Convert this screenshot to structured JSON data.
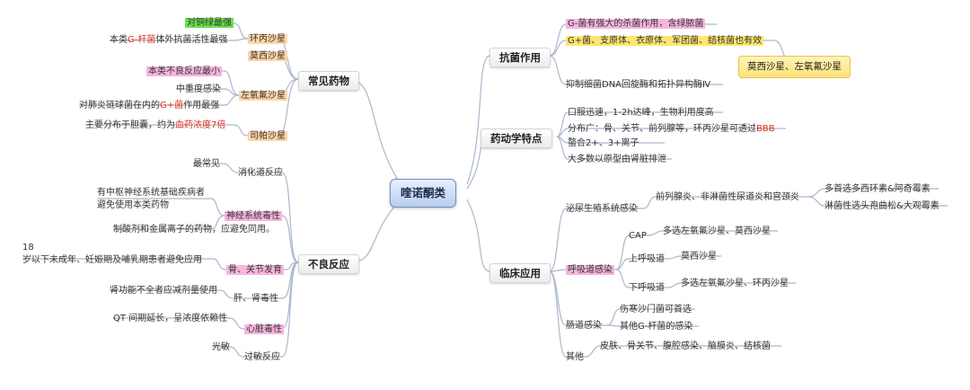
{
  "center": "喹诺酮类",
  "branches": {
    "common_drugs": {
      "label": "常见药物",
      "cipro": {
        "label": "环丙沙星",
        "note1": "对铜绿最强",
        "note2_pre": "本类",
        "note2_red": "G-杆菌",
        "note2_post": "体外抗菌活性最强"
      },
      "moxi": {
        "label": "莫西沙星"
      },
      "levo": {
        "label": "左氧氟沙星",
        "note1": "本类不良反应最小",
        "note2": "中重度感染",
        "note3_pre": "对肺炎链球菌在内的",
        "note3_red": "G+菌",
        "note3_post": "作用最强"
      },
      "sipa": {
        "label": "司帕沙星",
        "note_pre": "主要分布于胆囊，约为",
        "note_red": "血药浓度7倍"
      }
    },
    "adverse": {
      "label": "不良反应",
      "digestive": {
        "label": "消化道反应",
        "note": "最常见"
      },
      "neuro": {
        "label": "神经系统毒性",
        "note1": "有中枢神经系统基础疾病者",
        "note2": "避免使用本类药物",
        "note3": "制酸剂和金属离子的药物，应避免同用。"
      },
      "bone": {
        "label": "骨、关节发育",
        "note1": "18",
        "note2": "岁以下未成年、妊娠期及哺乳期患者避免应用"
      },
      "liver": {
        "label": "肝、肾毒性",
        "note": "肾功能不全者应减剂量使用"
      },
      "heart": {
        "label": "心脏毒性",
        "note": "QT 间期延长，呈浓度依赖性"
      },
      "allergy": {
        "label": "过敏反应",
        "note": "光敏"
      }
    },
    "antibacterial": {
      "label": "抗菌作用",
      "item1": "G-菌有强大的杀菌作用，含绿脓菌",
      "item2": "G+菌、支原体、衣原体、军团菌、结核菌也有效",
      "callout": "莫西沙星、左氧氟沙星",
      "item3": "抑制细菌DNA回旋酶和拓扑异构酶Ⅳ"
    },
    "pharmacokinetics": {
      "label": "药动学特点",
      "item1": "口服迅速，1-2h达峰，生物利用度高",
      "item2_pre": "分布广：骨、关节、前列腺等，环丙沙星可透过",
      "item2_red": "BBB",
      "item3": "螯合2+、3+离子",
      "item4": "大多数以原型由肾脏排泄"
    },
    "clinical": {
      "label": "临床应用",
      "uro": {
        "label": "泌尿生殖系统感染",
        "sub": "前列腺炎、非淋菌性尿道炎和宫颈炎",
        "leaf1": "多首选多西环素&阿奇霉素",
        "leaf2": "淋菌性选头孢曲松&大观霉素"
      },
      "resp": {
        "label": "呼吸道感染",
        "cap": "CAP",
        "cap_note": "多选左氧氟沙星、莫西沙星",
        "upper": "上呼吸道",
        "upper_note": "莫西沙星",
        "lower": "下呼吸道",
        "lower_note": "多选左氧氟沙星、环丙沙星"
      },
      "gut": {
        "label": "肠道感染",
        "note1": "伤寒沙门菌可首选",
        "note2": "其他G-杆菌的感染"
      },
      "other": {
        "label": "其他",
        "note": "皮肤、骨关节、腹腔感染、脑膜炎、结核菌"
      }
    }
  },
  "colors": {
    "link": "#aab7cc",
    "center_fill": "#c9d9f2",
    "pink": "#f7b6dd",
    "green": "#6be14f",
    "orange": "#ffd6a5",
    "yellow": "#ffe66f",
    "red": "#e0301e"
  }
}
